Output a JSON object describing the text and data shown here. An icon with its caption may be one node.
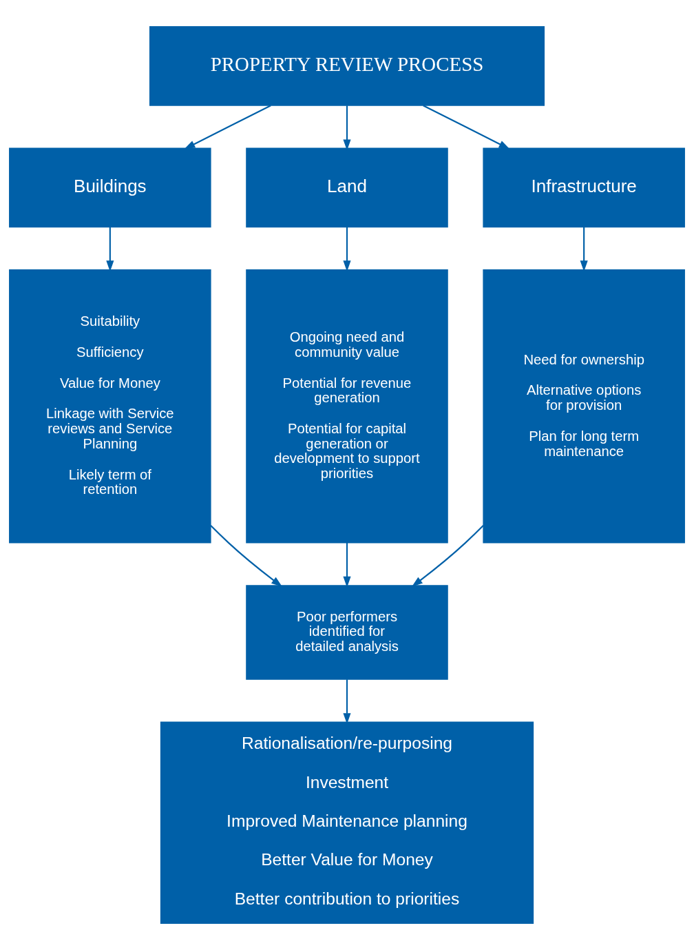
{
  "diagram": {
    "nodes": [
      {
        "text": [
          "PROPERTY REVIEW PROCESS"
        ]
      },
      {
        "text": [
          "Buildings"
        ]
      },
      {
        "text": [
          "Land"
        ]
      },
      {
        "text": [
          "Infrastructure"
        ]
      },
      {
        "text": [
          "Suitability",
          "Sufficiency",
          "Value for Money",
          "Linkage with Service reviews and Service Planning",
          "Likely term of retention"
        ]
      },
      {
        "text": [
          "Ongoing need and community value",
          "Potential for revenue generation",
          "Potential for capital generation or development to support priorities"
        ]
      },
      {
        "text": [
          "Need for ownership",
          "Alternative options for provision",
          "Plan for long term maintenance"
        ]
      },
      {
        "text": [
          "Poor performers identified for detailed analysis"
        ]
      },
      {
        "text": [
          "Rationalisation/re-purposing",
          "Investment",
          "Improved Maintenance planning",
          "Better Value for Money",
          "Better contribution to priorities"
        ]
      }
    ],
    "edges": [
      {
        "from": 0,
        "to": 1,
        "arrow": "to"
      },
      {
        "from": 0,
        "to": 2,
        "arrow": "to"
      },
      {
        "from": 0,
        "to": 3,
        "arrow": "to"
      },
      {
        "from": 1,
        "to": 4,
        "arrow": "to"
      },
      {
        "from": 2,
        "to": 5,
        "arrow": "to"
      },
      {
        "from": 3,
        "to": 6,
        "arrow": "to"
      },
      {
        "from": 4,
        "to": 7,
        "arrow": "to"
      },
      {
        "from": 5,
        "to": 7,
        "arrow": "to"
      },
      {
        "from": 6,
        "to": 7,
        "arrow": "to"
      },
      {
        "from": 7,
        "to": 8,
        "arrow": "to"
      }
    ]
  }
}
